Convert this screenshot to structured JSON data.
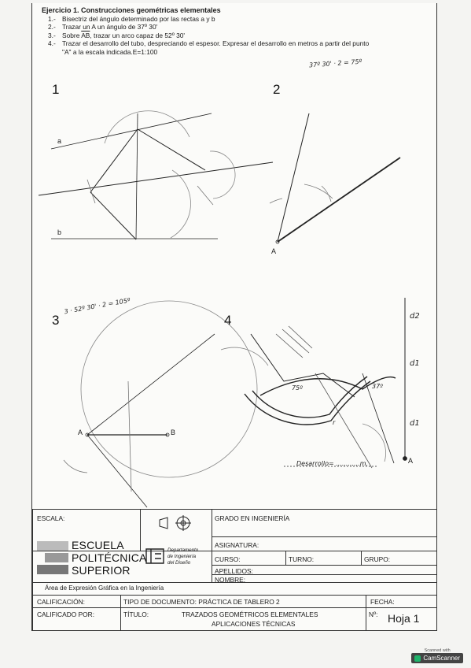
{
  "header": {
    "title": "Ejercicio 1. Construcciones geométricas elementales",
    "items": [
      {
        "n": "1.-",
        "text": "Bisectriz del ángulo determinado por las rectas a y b"
      },
      {
        "n": "2.-",
        "text": "Trazar un A un ángulo de 37º 30'"
      },
      {
        "n": "3.-",
        "text_pre": "Sobre ",
        "text_seg": "AB",
        "text_post": ", trazar un arco capaz de 52º 30'"
      },
      {
        "n": "4.-",
        "text": "Trazar el desarrollo del tubo, despreciando el espesor. Expresar el desarrollo en metros a partir del punto",
        "text2": "\"A\" a la escala indicada.E=1:100"
      }
    ]
  },
  "handwriting": {
    "note2": "37º 30' · 2 = 75º",
    "note3": "3 · 52º 30' · 2 = 105º",
    "angle4a": "75º",
    "angle4b": "37º",
    "d2": "d2",
    "d1a": "d1",
    "d1b": "d1",
    "desarrollo": "Desarrollo= ............m.",
    "r": "r"
  },
  "drawing_labels": {
    "n1": "1",
    "n2": "2",
    "n3": "3",
    "n4": "4",
    "line_a": "a",
    "line_b": "b",
    "pointA2": "A",
    "pointA3": "A",
    "pointB3": "B",
    "pointA4": "A"
  },
  "title_block": {
    "escala": "ESCALA:",
    "grado": "GRADO EN INGENIERÍA",
    "asignatura": "ASIGNATURA:",
    "curso": "CURSO:",
    "turno": "TURNO:",
    "grupo": "GRUPO:",
    "apellidos": "APELLIDOS:",
    "nombre": "NOMBRE:",
    "area": "Área de Expresión Gráfica en la Ingeniería",
    "escuela": [
      "ESCUELA",
      "POLITÉCNICA",
      "SUPERIOR"
    ],
    "departamento": [
      "Departamento",
      "de Ingeniería",
      "del Diseño"
    ],
    "calificacion": "CALIFICACIÓN:",
    "tipo_doc": "TIPO DE DOCUMENTO: PRÁCTICA DE TABLERO 2",
    "fecha": "FECHA:",
    "calificado_por": "CALIFICADO POR:",
    "titulo_label": "TÍTULO:",
    "titulo_1": "TRAZADOS GEOMÉTRICOS ELEMENTALES",
    "titulo_2": "APLICACIONES TÉCNICAS",
    "numero_label": "Nº:",
    "hoja": "Hoja 1"
  },
  "scanner": {
    "line1": "Scanned with",
    "line2": "CamScanner"
  }
}
